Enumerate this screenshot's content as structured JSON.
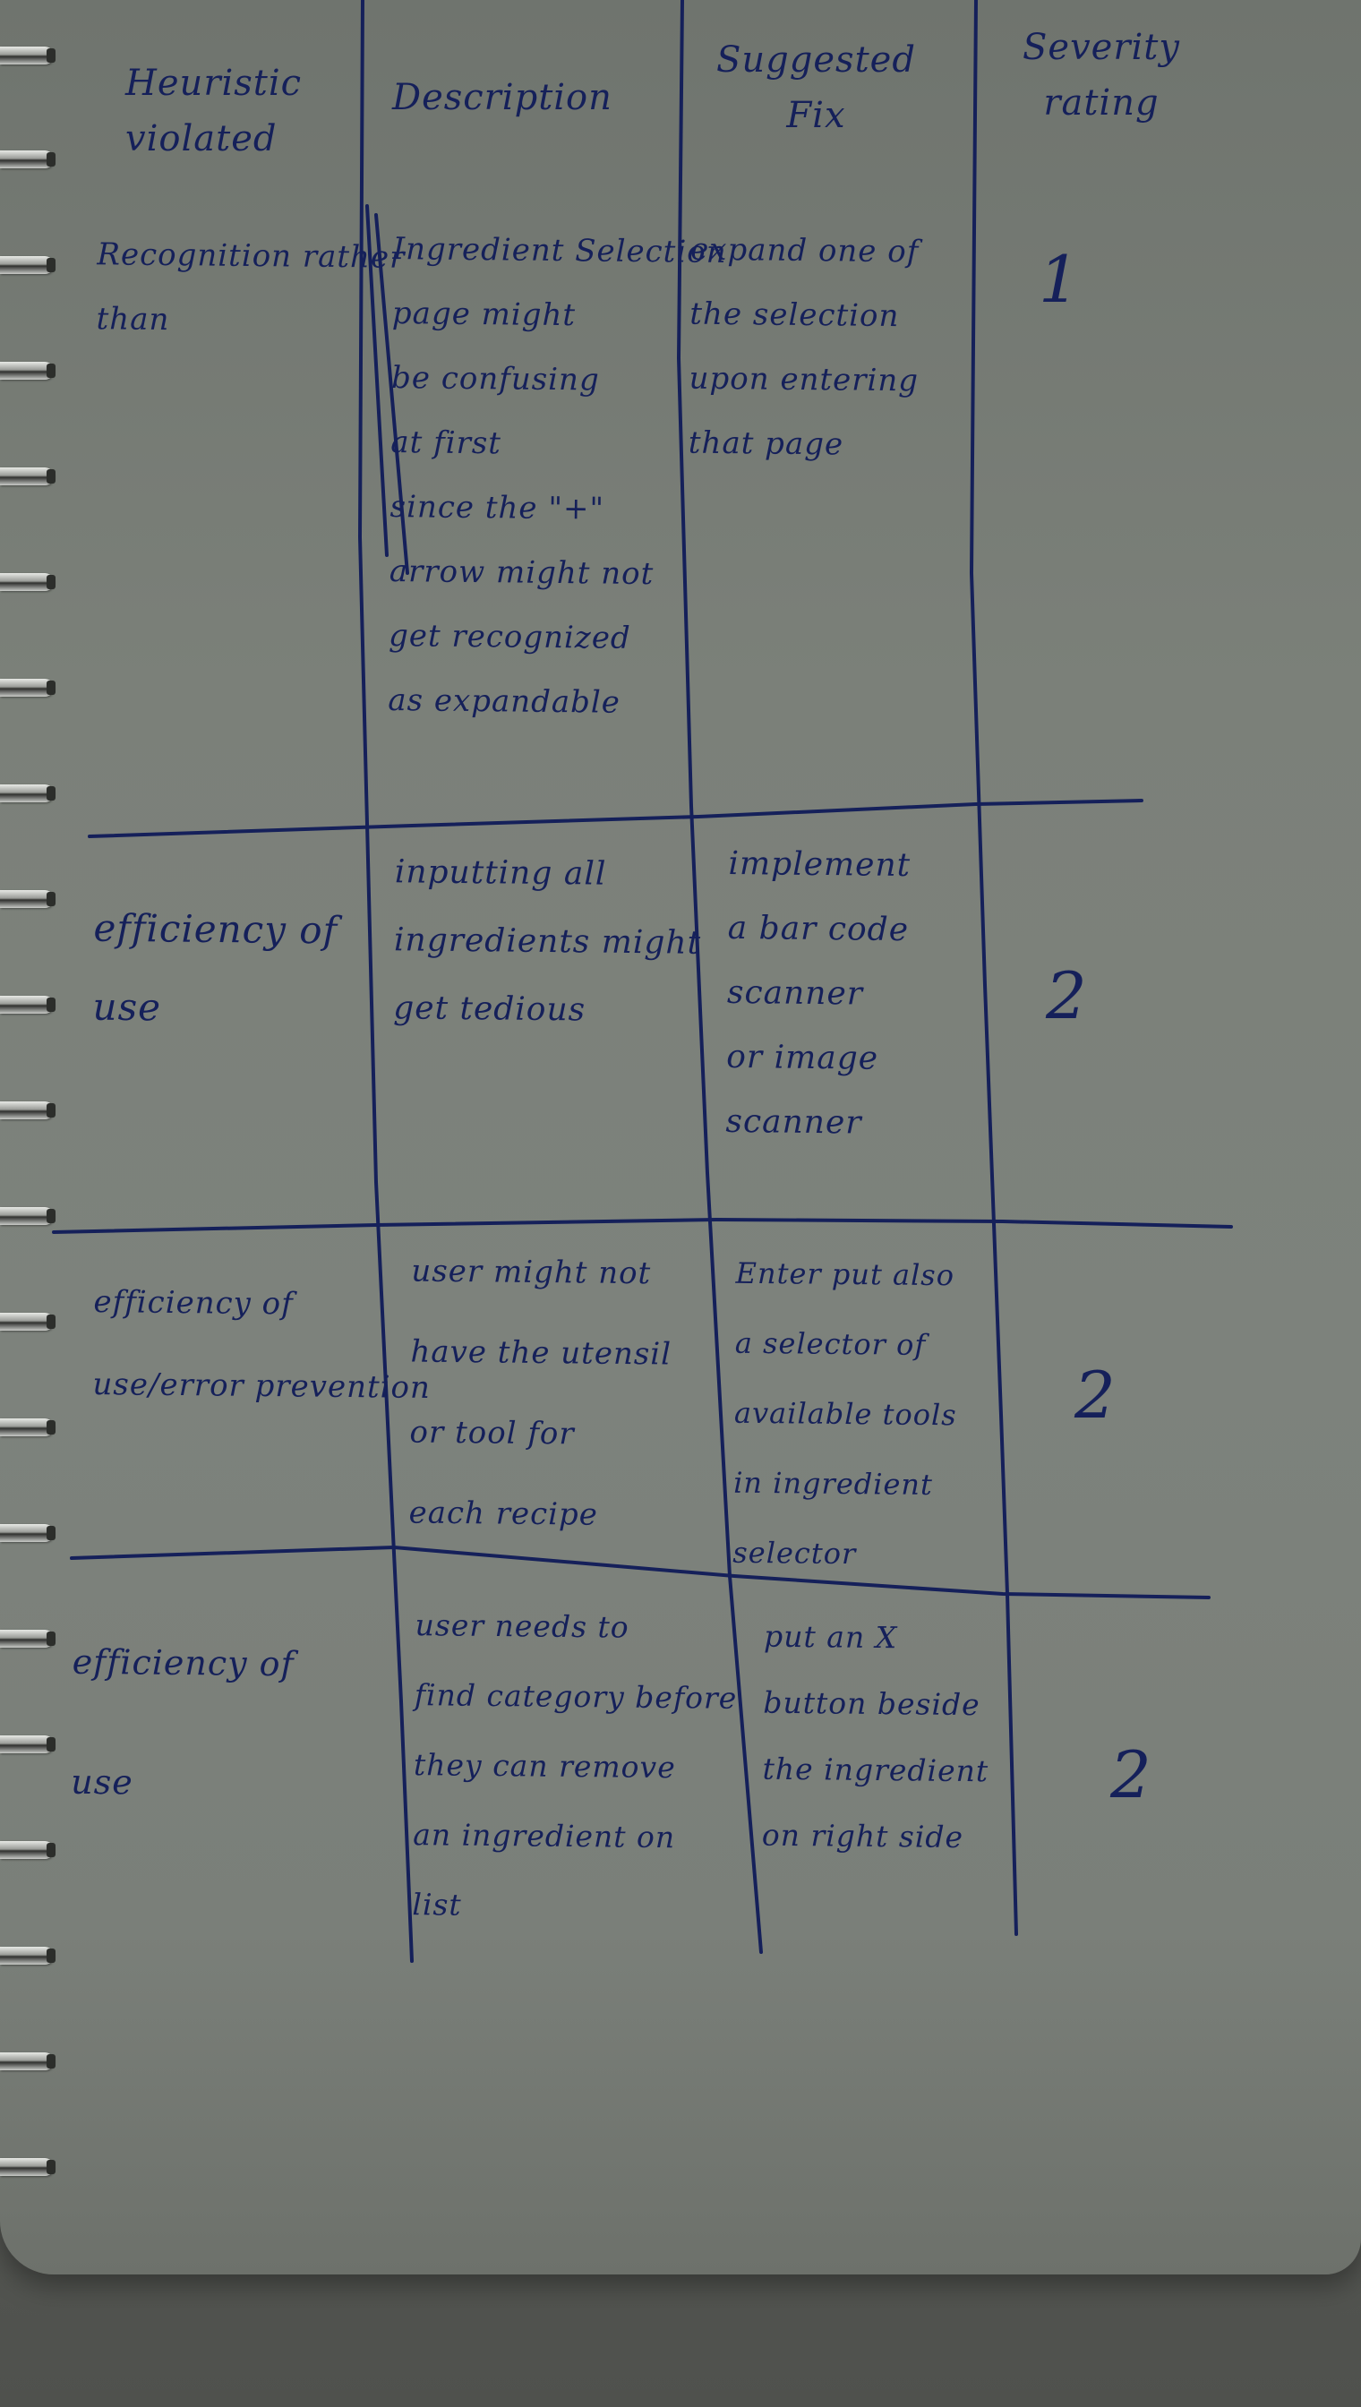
{
  "headers": {
    "heuristic": "Heuristic\nviolated",
    "description": "Description",
    "fix": "Suggested\nFix",
    "severity": "Severity\nrating"
  },
  "rows": [
    {
      "heuristic": "Recognition rather\nthan",
      "description": "Ingredient Selection\npage might\nbe confusing\nat first\nsince the \"+\"\narrow might not\nget recognized\nas expandable",
      "fix": "expand one of\nthe selection\nupon entering\nthat page",
      "rating": "1"
    },
    {
      "heuristic": "efficiency of\nuse",
      "description": "inputting all\ningredients might\nget tedious",
      "fix": "implement\na bar code\nscanner\nor image\nscanner",
      "rating": "2"
    },
    {
      "heuristic": "efficiency of\nuse/error prevention",
      "description": "user might not\nhave the utensil\nor tool for\neach recipe",
      "fix": "Enter put also\na selector of\navailable tools\nin ingredient\nselector",
      "rating": "2"
    },
    {
      "heuristic": "efficiency of\nuse",
      "description": "user needs to\nfind category before\nthey can remove\nan ingredient on\nlist",
      "fix": "put an X\nbutton beside\nthe ingredient\non right side",
      "rating": "2"
    }
  ],
  "colors": {
    "ink": "#15205a",
    "paper": "#7b8079",
    "desk": "#5f615d"
  }
}
